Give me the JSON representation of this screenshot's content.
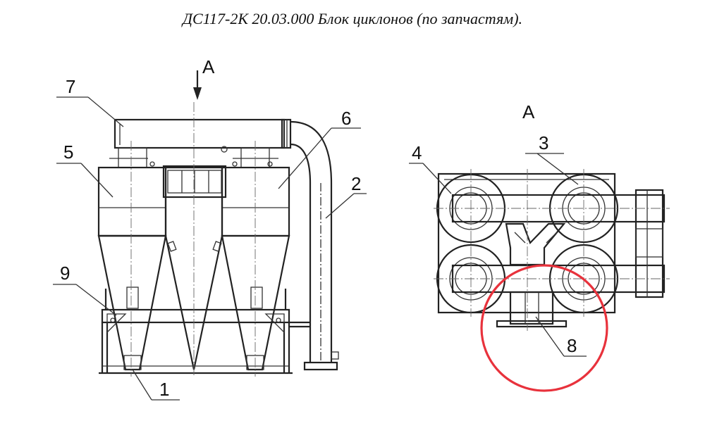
{
  "title": "ДС117-2К 20.03.000 Блок циклонов (по запчастям).",
  "view_marker": "А",
  "view_title": "А",
  "labels": {
    "p1": "1",
    "p2": "2",
    "p3": "3",
    "p4": "4",
    "p5": "5",
    "p6": "6",
    "p7": "7",
    "p8": "8",
    "p9": "9"
  },
  "highlight_color": "#e8323c"
}
